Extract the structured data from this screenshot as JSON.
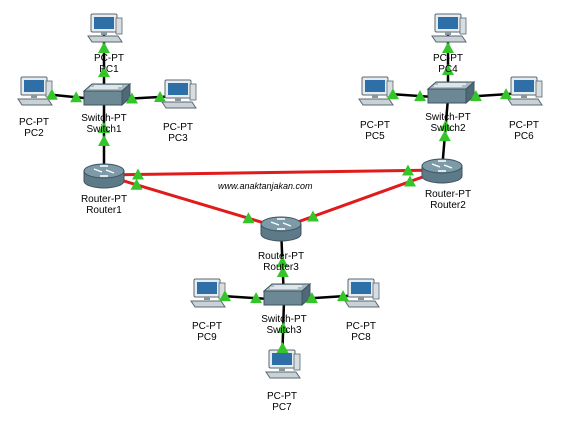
{
  "watermark": "www.anaktanjakan.com",
  "colors": {
    "wan_link": "#e01b1b",
    "lan_link": "#000000",
    "link_up": "#35c52a",
    "router_fill": "#7d9aa8",
    "switch_fill": "#6d8895",
    "pc_screen": "#2f6fa8"
  },
  "devices": {
    "pc1": {
      "type": "PC-PT",
      "name": "PC1",
      "icon": "pc-icon"
    },
    "pc2": {
      "type": "PC-PT",
      "name": "PC2",
      "icon": "pc-icon"
    },
    "pc3": {
      "type": "PC-PT",
      "name": "PC3",
      "icon": "pc-icon"
    },
    "pc4": {
      "type": "PC-PT",
      "name": "PC4",
      "icon": "pc-icon"
    },
    "pc5": {
      "type": "PC-PT",
      "name": "PC5",
      "icon": "pc-icon"
    },
    "pc6": {
      "type": "PC-PT",
      "name": "PC6",
      "icon": "pc-icon"
    },
    "pc7": {
      "type": "PC-PT",
      "name": "PC7",
      "icon": "pc-icon"
    },
    "pc8": {
      "type": "PC-PT",
      "name": "PC8",
      "icon": "pc-icon"
    },
    "pc9": {
      "type": "PC-PT",
      "name": "PC9",
      "icon": "pc-icon"
    },
    "switch1": {
      "type": "Switch-PT",
      "name": "Switch1",
      "icon": "switch-icon"
    },
    "switch2": {
      "type": "Switch-PT",
      "name": "Switch2",
      "icon": "switch-icon"
    },
    "switch3": {
      "type": "Switch-PT",
      "name": "Switch3",
      "icon": "switch-icon"
    },
    "router1": {
      "type": "Router-PT",
      "name": "Router1",
      "icon": "router-icon"
    },
    "router2": {
      "type": "Router-PT",
      "name": "Router2",
      "icon": "router-icon"
    },
    "router3": {
      "type": "Router-PT",
      "name": "Router3",
      "icon": "router-icon"
    }
  },
  "links": [
    {
      "from": "router1",
      "to": "router2",
      "kind": "wan"
    },
    {
      "from": "router1",
      "to": "router3",
      "kind": "wan"
    },
    {
      "from": "router2",
      "to": "router3",
      "kind": "wan"
    },
    {
      "from": "switch1",
      "to": "router1",
      "kind": "lan"
    },
    {
      "from": "switch1",
      "to": "pc1",
      "kind": "lan"
    },
    {
      "from": "switch1",
      "to": "pc2",
      "kind": "lan"
    },
    {
      "from": "switch1",
      "to": "pc3",
      "kind": "lan"
    },
    {
      "from": "switch2",
      "to": "router2",
      "kind": "lan"
    },
    {
      "from": "switch2",
      "to": "pc4",
      "kind": "lan"
    },
    {
      "from": "switch2",
      "to": "pc5",
      "kind": "lan"
    },
    {
      "from": "switch2",
      "to": "pc6",
      "kind": "lan"
    },
    {
      "from": "switch3",
      "to": "router3",
      "kind": "lan"
    },
    {
      "from": "switch3",
      "to": "pc7",
      "kind": "lan"
    },
    {
      "from": "switch3",
      "to": "pc8",
      "kind": "lan"
    },
    {
      "from": "switch3",
      "to": "pc9",
      "kind": "lan"
    }
  ]
}
